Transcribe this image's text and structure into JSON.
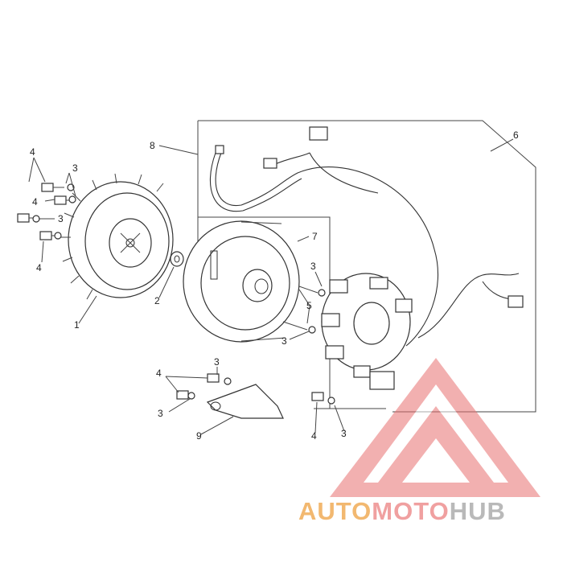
{
  "callouts": {
    "c1": "1",
    "c2": "2",
    "c3a": "3",
    "c3b": "3",
    "c3c": "3",
    "c3d": "3",
    "c3e": "3",
    "c3f": "3",
    "c3g": "3",
    "c4a": "4",
    "c4b": "4",
    "c4c": "4",
    "c4d": "4",
    "c4e": "4",
    "c5": "5",
    "c6": "6",
    "c7": "7",
    "c8": "8",
    "c9": "9"
  },
  "watermark": {
    "part1": "AUTO",
    "part2": "MOTO",
    "part3": "HUB",
    "colors": {
      "auto": "#f2b870",
      "moto": "#f0a0a0",
      "hub": "#b9b9b9",
      "logo": "#e87070"
    }
  }
}
